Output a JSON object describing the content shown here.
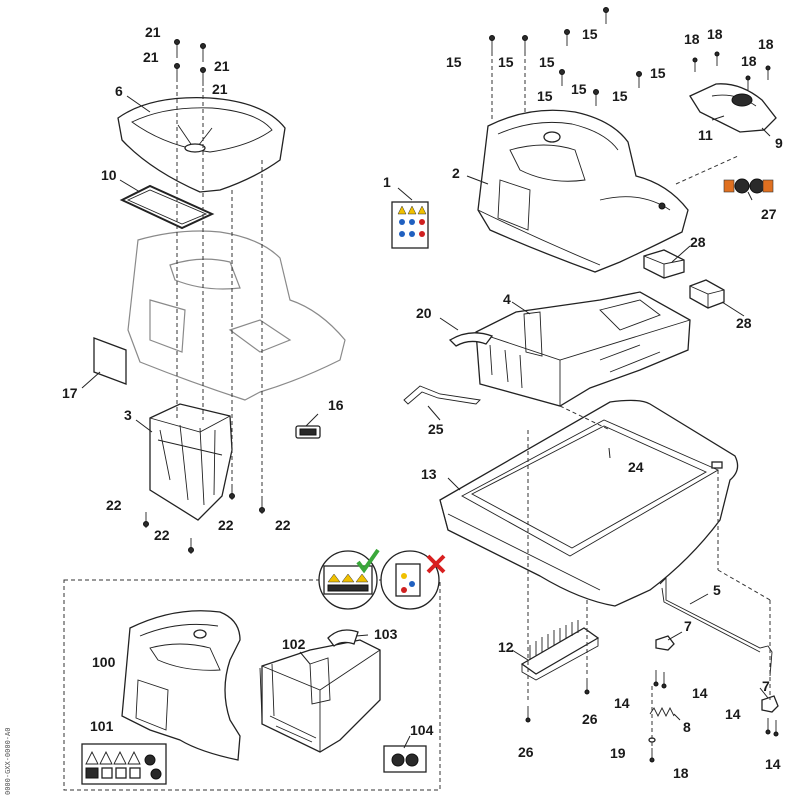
{
  "diagram": {
    "type": "exploded parts diagram",
    "colors": {
      "line": "#222222",
      "ghost": "#8a8a8a",
      "ok_mark": "#3aa83a",
      "bad_mark": "#d82020",
      "accent_orange": "#e07020"
    },
    "callouts": {
      "c1": "1",
      "c2": "2",
      "c3": "3",
      "c4": "4",
      "c5": "5",
      "c6": "6",
      "c7a": "7",
      "c7b": "7",
      "c8": "8",
      "c9": "9",
      "c10": "10",
      "c11": "11",
      "c12": "12",
      "c13": "13",
      "c14a": "14",
      "c14b": "14",
      "c14c": "14",
      "c14d": "14",
      "c15a": "15",
      "c15b": "15",
      "c15c": "15",
      "c15d": "15",
      "c15e": "15",
      "c15f": "15",
      "c15g": "15",
      "c16": "16",
      "c17": "17",
      "c18a": "18",
      "c18b": "18",
      "c18c": "18",
      "c18d": "18",
      "c18e": "18",
      "c19": "19",
      "c20": "20",
      "c21a": "21",
      "c21b": "21",
      "c21c": "21",
      "c21d": "21",
      "c22a": "22",
      "c22b": "22",
      "c22c": "22",
      "c22d": "22",
      "c24": "24",
      "c25": "25",
      "c26a": "26",
      "c26b": "26",
      "c27": "27",
      "c28a": "28",
      "c28b": "28",
      "c100": "100",
      "c101": "101",
      "c102": "102",
      "c103": "103",
      "c104": "104"
    },
    "reference_code": "0000-GXX-0000-A0"
  }
}
